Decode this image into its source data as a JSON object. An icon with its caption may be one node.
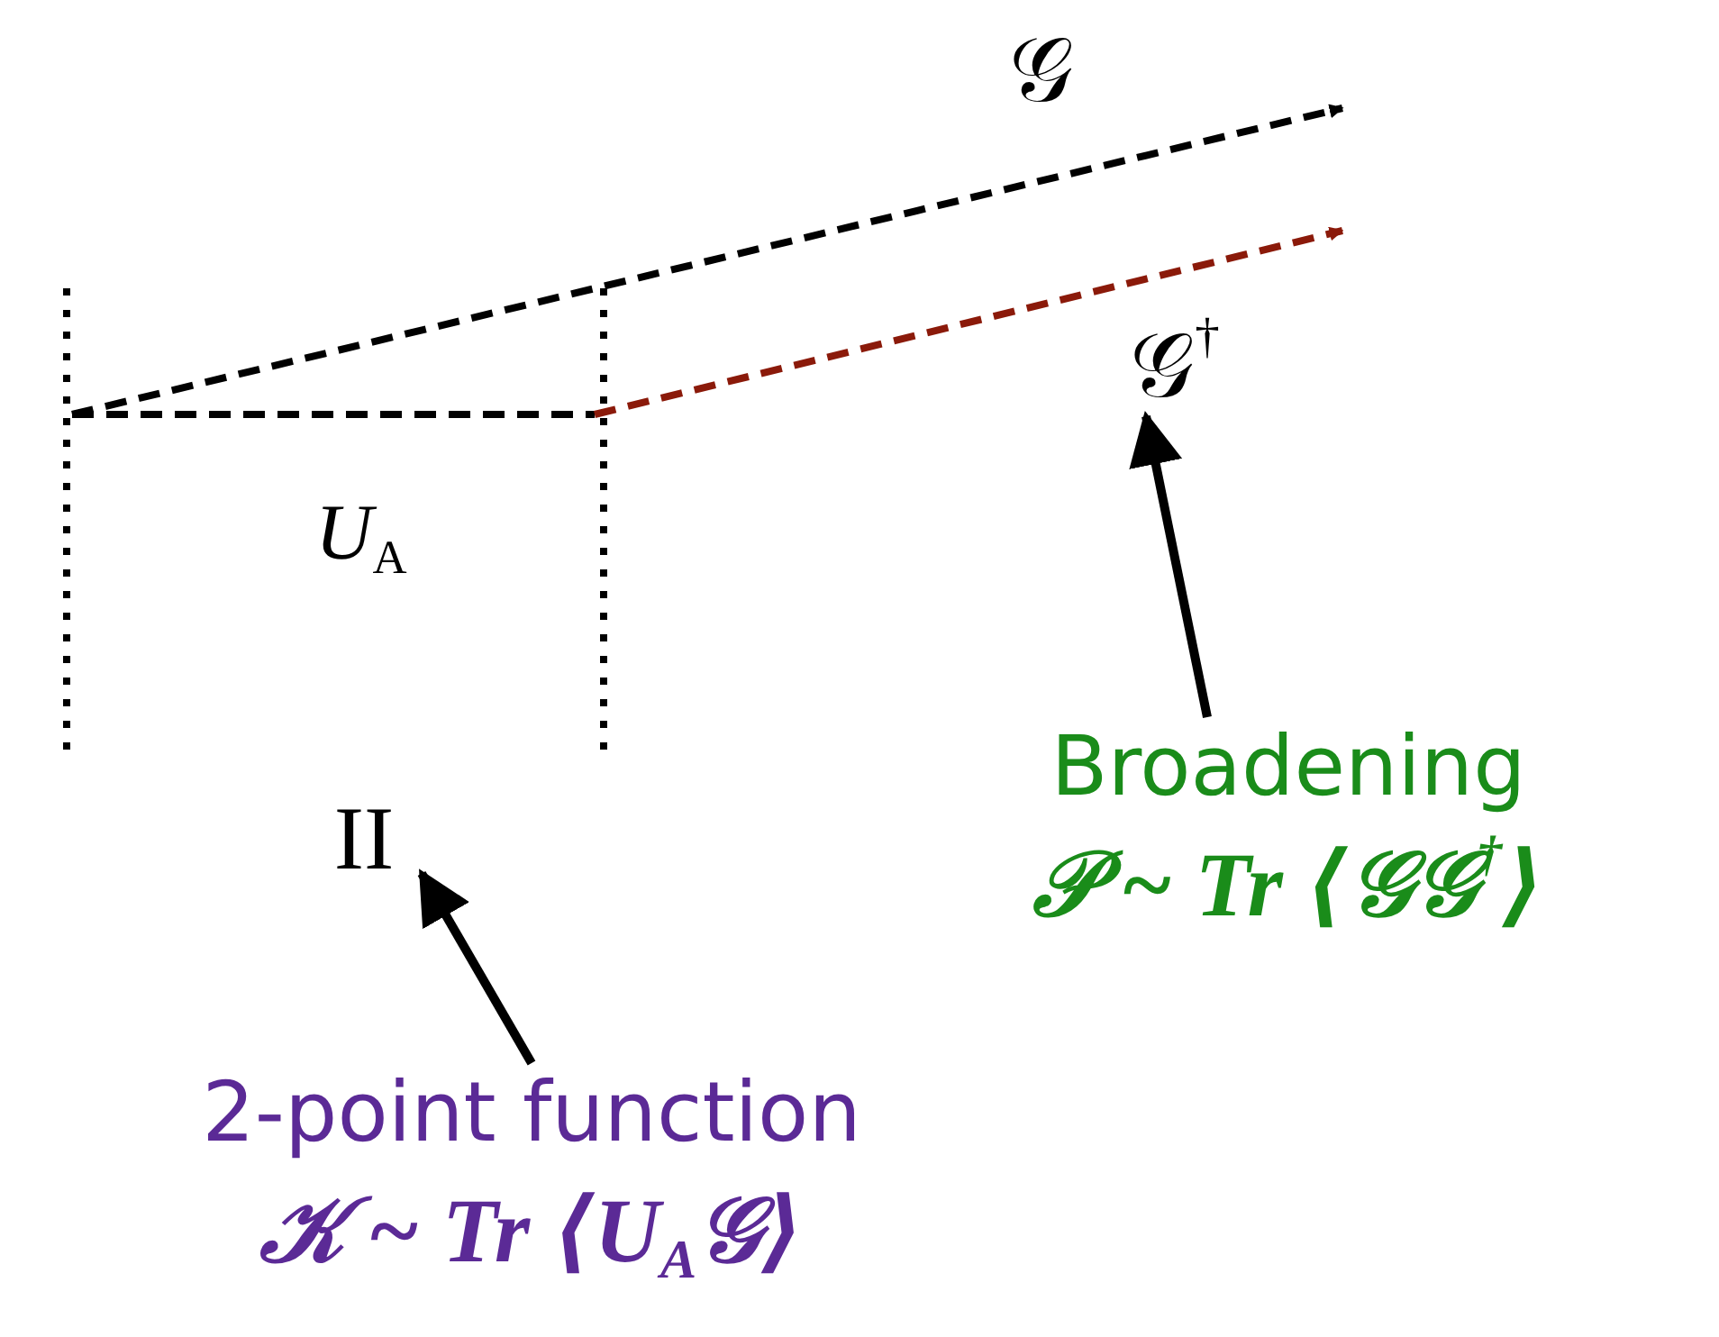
{
  "diagram": {
    "nodes": [
      {
        "text": [
          "𝒢$^{†}$"
        ]
      },
      {
        "text": [
          "II"
        ]
      },
      {
        "text": [
          "Broadening",
          "𝒫 ~ Tr ⟨𝒢𝒢$^{†}$⟩"
        ]
      },
      {
        "text": [
          "2-point function",
          "𝒦 ~ Tr ⟨U$_{A}$𝒢⟩"
        ]
      }
    ],
    "edges": [
      {
        "from": 2,
        "to": 0,
        "arrow": "to"
      },
      {
        "from": 3,
        "to": 1,
        "arrow": "to"
      }
    ],
    "labels": [
      "𝒢",
      "*U*$_{A}$"
    ]
  }
}
